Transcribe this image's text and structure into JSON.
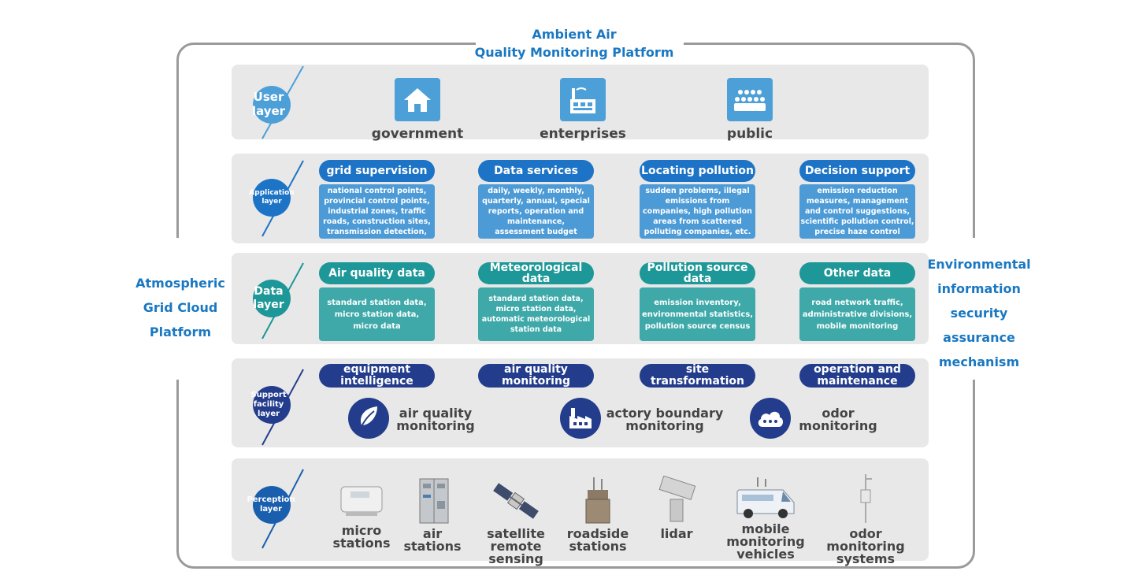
{
  "title": {
    "line1": "Ambient Air",
    "line2": "Quality Monitoring Platform"
  },
  "left_label": {
    "line1": "Atmospheric",
    "line2": "Grid Cloud",
    "line3": "Platform"
  },
  "right_label": {
    "line1": "Environmental",
    "line2": "information",
    "line3": "security",
    "line4": "assurance",
    "line5": "mechanism"
  },
  "colors": {
    "user": "#4d9fd8",
    "application": "#1d74c6",
    "data": "#1d9797",
    "support": "#233d8c",
    "perception": "#1a5fae",
    "title": "#1a78c2"
  },
  "layers": {
    "user": {
      "badge": {
        "line1": "User",
        "line2": "layer"
      },
      "items": [
        {
          "label": "government",
          "icon": "house-icon"
        },
        {
          "label": "enterprises",
          "icon": "factory-icon"
        },
        {
          "label": "public",
          "icon": "crowd-icon"
        }
      ]
    },
    "application": {
      "badge": {
        "line1": "Application",
        "line2": "layer"
      },
      "items": [
        {
          "title": "grid supervision",
          "lines": [
            "national control points,",
            "provincial control points,",
            "industrial zones, traffic",
            "roads, construction sites,",
            "transmission detection,"
          ]
        },
        {
          "title": "Data services",
          "lines": [
            "daily, weekly, monthly,",
            "quarterly, annual, special",
            "reports, operation and",
            "maintenance,",
            "assessment budget"
          ]
        },
        {
          "title": "Locating pollution",
          "lines": [
            "sudden problems, illegal",
            "emissions from",
            "companies, high pollution",
            "areas from scattered",
            "polluting companies, etc."
          ]
        },
        {
          "title": "Decision support",
          "lines": [
            "emission reduction",
            "measures, management",
            "and control suggestions,",
            "scientific pollution control,",
            "precise haze control"
          ]
        }
      ]
    },
    "data": {
      "badge": {
        "line1": "Data",
        "line2": "layer"
      },
      "items": [
        {
          "title_lines": [
            "Air quality data"
          ],
          "lines": [
            "standard station data,",
            "micro station data,",
            "micro data"
          ]
        },
        {
          "title_lines": [
            "Meteorological",
            "data"
          ],
          "lines": [
            "standard station data,",
            "micro station data,",
            "automatic meteorological",
            "station data"
          ]
        },
        {
          "title_lines": [
            "Pollution source",
            "data"
          ],
          "lines": [
            "emission inventory,",
            "environmental statistics,",
            "pollution source census"
          ]
        },
        {
          "title_lines": [
            "Other data"
          ],
          "lines": [
            "road network traffic,",
            "administrative divisions,",
            "mobile monitoring"
          ]
        }
      ]
    },
    "support": {
      "badge": {
        "line1": "Support",
        "line2": "facility",
        "line3": "layer"
      },
      "heads": [
        {
          "lines": [
            "equipment",
            "intelligence"
          ]
        },
        {
          "lines": [
            "air quality",
            "monitoring"
          ]
        },
        {
          "lines": [
            "site",
            "transformation"
          ]
        },
        {
          "lines": [
            "operation and",
            "maintenance"
          ]
        }
      ],
      "icons": [
        {
          "lines": [
            "air quality",
            "monitoring"
          ],
          "icon": "leaf-icon"
        },
        {
          "lines": [
            "actory boundary",
            "monitoring"
          ],
          "icon": "factory-icon"
        },
        {
          "lines": [
            "odor",
            "monitoring"
          ],
          "icon": "cloud-icon"
        }
      ]
    },
    "perception": {
      "badge": {
        "line1": "Perception",
        "line2": "layer"
      },
      "items": [
        {
          "lines": [
            "micro",
            "stations"
          ],
          "icon": "micro-station-icon"
        },
        {
          "lines": [
            "air",
            "stations"
          ],
          "icon": "air-station-cabinet-icon"
        },
        {
          "lines": [
            "satellite",
            "remote",
            "sensing"
          ],
          "icon": "satellite-icon"
        },
        {
          "lines": [
            "roadside",
            "stations"
          ],
          "icon": "roadside-station-icon"
        },
        {
          "lines": [
            "lidar"
          ],
          "icon": "lidar-icon"
        },
        {
          "lines": [
            "mobile",
            "monitoring",
            "vehicles"
          ],
          "icon": "monitoring-vehicle-icon"
        },
        {
          "lines": [
            "odor",
            "monitoring",
            "systems"
          ],
          "icon": "odor-pole-icon"
        }
      ]
    }
  }
}
